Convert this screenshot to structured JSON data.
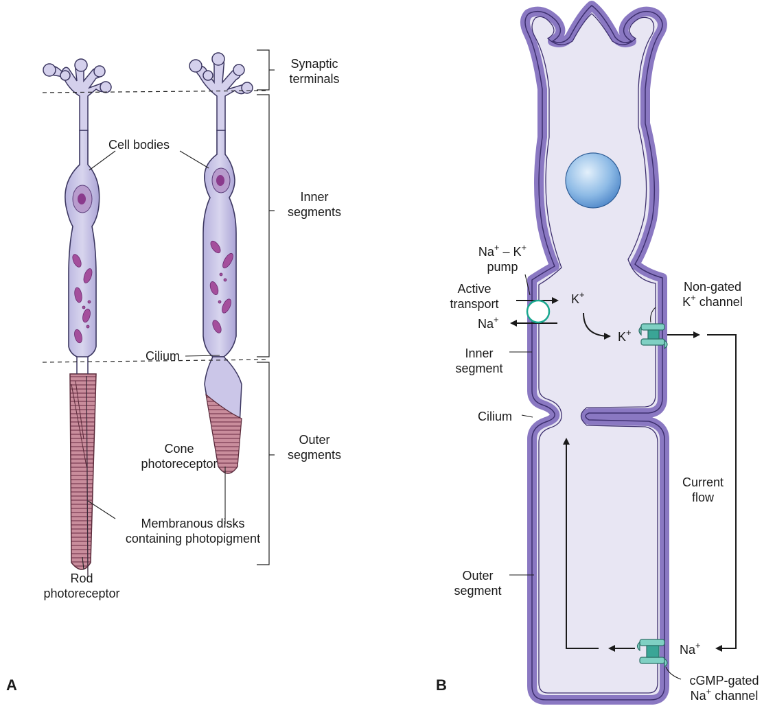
{
  "panel_a": {
    "letter": "A",
    "labels": {
      "synaptic_terminals": [
        "Synaptic",
        "terminals"
      ],
      "cell_bodies": "Cell bodies",
      "inner_segments": [
        "Inner",
        "segments"
      ],
      "cilium": "Cilium",
      "outer_segments": [
        "Outer",
        "segments"
      ],
      "cone_photoreceptor": [
        "Cone",
        "photoreceptor"
      ],
      "membranous_disks": [
        "Membranous disks",
        "containing photopigment"
      ],
      "rod_photoreceptor": [
        "Rod",
        "photoreceptor"
      ]
    }
  },
  "panel_b": {
    "letter": "B",
    "labels": {
      "pump_ions": {
        "na": "Na",
        "plus1": "+",
        "dash": " – K",
        "plus2": "+"
      },
      "pump": "pump",
      "active_transport": [
        "Active",
        "transport"
      ],
      "na_out": {
        "ion": "Na",
        "charge": "+"
      },
      "k_in": {
        "ion": "K",
        "charge": "+"
      },
      "k_channel_side": {
        "ion": "K",
        "charge": "+"
      },
      "non_gated": "Non-gated",
      "k_channel": {
        "ion": "K",
        "charge": "+",
        "text": " channel"
      },
      "inner_segment": [
        "Inner",
        "segment"
      ],
      "cilium": "Cilium",
      "current_flow": [
        "Current",
        "flow"
      ],
      "outer_segment": [
        "Outer",
        "segment"
      ],
      "na_in": {
        "ion": "Na",
        "charge": "+"
      },
      "cgmp_gated": "cGMP-gated",
      "na_channel": {
        "ion": "Na",
        "charge": "+",
        "text": " channel"
      }
    }
  },
  "colors": {
    "cell_fill": "#c9c6e6",
    "membrane": "#8a78c2",
    "cytoplasm": "#e8e6f3",
    "nucleus": "#6fa6dc",
    "disk": "#b07686",
    "channel": "#5bbfb0",
    "organelle": "#8a3a8c"
  }
}
